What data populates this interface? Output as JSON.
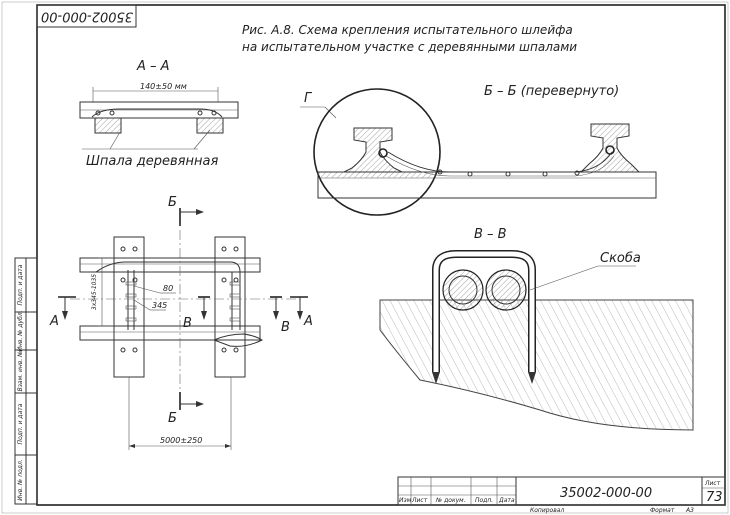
{
  "stamp_code": "35002-000-00",
  "title_line1": "Рис. А.8. Схема крепления испытательного шлейфа",
  "title_line2": "на испытательном участке с деревянными шпалами",
  "section_aa": {
    "title": "А – А",
    "dim": "140±50 мм",
    "callout": "Шпала деревянная"
  },
  "section_bb": {
    "title": "Б – Б (перевернуто)",
    "detail": "Г"
  },
  "section_vv": {
    "title": "В – В",
    "callout": "Скоба"
  },
  "plan": {
    "cut_b_top": "Б",
    "cut_b_bottom": "Б",
    "cut_a_left": "А",
    "cut_a_right": "А",
    "cut_v_mid": "В",
    "cut_v_right": "В",
    "dim_vertical": "3x345-1035",
    "dim_80": "80",
    "dim_345": "345",
    "dim_span": "5000±250"
  },
  "side_stamp": [
    "Подп. и дата",
    "Инв. № дубл.",
    "Взам. инв. №",
    "Подп. и дата",
    "Инв. № подл."
  ],
  "titleblock": {
    "headers": [
      "Изм",
      "Лист",
      "№ докум.",
      "Подп.",
      "Дата"
    ],
    "code": "35002-000-00",
    "sheet_label": "Лист",
    "sheet_num": "73",
    "copied": "Копировал",
    "format_label": "Формат",
    "format_value": "А3"
  }
}
